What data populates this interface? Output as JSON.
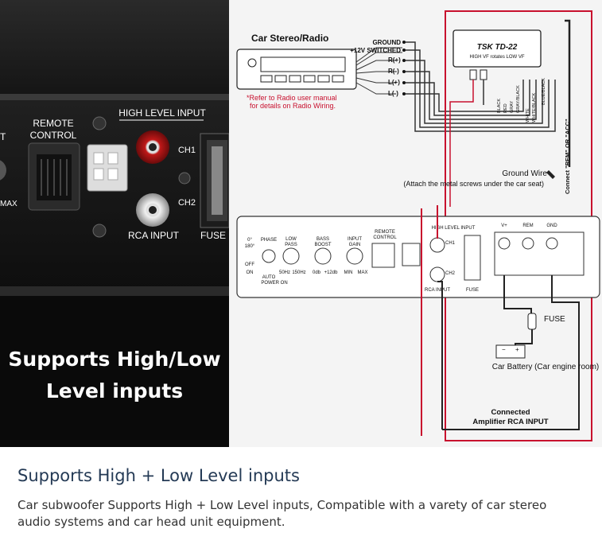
{
  "hero": {
    "overlay_line1": "Supports High/Low",
    "overlay_line2": "Level inputs"
  },
  "photo": {
    "remote_line1": "REMOTE",
    "remote_line2": "CONTROL",
    "high_level_input": "HIGH LEVEL INPUT",
    "ch1": "CH1",
    "ch2": "CH2",
    "rca_input": "RCA INPUT",
    "fuse": "FUSE",
    "max": "MAX",
    "t": "T"
  },
  "diagram": {
    "car_stereo": "Car Stereo/Radio",
    "note_line1": "*Refer to Radio user manual",
    "note_line2": "for details on Radio Wiring.",
    "ground": "GROUND",
    "switched": "+12V SWITCHED",
    "r_plus": "R(+)",
    "r_minus": "R(-)",
    "l_plus": "L(+)",
    "l_minus": "L(-)",
    "tsk_model": "TSK TD-22",
    "tsk_sub": "HIGH VF rotates LOW VF",
    "wire_black": "BLACK",
    "wire_red": "RED",
    "wire_gray": "GRAY",
    "wire_grayblack": "GRAY/BLACK",
    "wire_white": "WHITE",
    "wire_whiteblack": "WHITE/BLACK",
    "wire_blueblack": "BLUE/BLACK",
    "ground_wire": "Ground Wire",
    "ground_note": "(Attach the metal screws under the car seat)",
    "connect_rem": "Connect \"REM\" OR \"ACC\"",
    "panel": {
      "phase": "PHASE",
      "low_pass_1": "LOW",
      "low_pass_2": "PASS",
      "bass_1": "BASS",
      "bass_2": "BOOST",
      "gain_1": "INPUT",
      "gain_2": "GAIN",
      "remote_1": "REMOTE",
      "remote_2": "CONTROL",
      "high_level": "HIGH LEVEL INPUT",
      "ch1": "CH1",
      "ch2": "CH2",
      "rca_input": "RCA INPUT",
      "fuse": "FUSE",
      "vplus": "V+",
      "rem": "REM",
      "gnd": "GND",
      "deg0": "0°",
      "deg180": "180°",
      "off": "OFF",
      "on": "ON",
      "auto_1": "AUTO",
      "auto_2": "POWER ON",
      "hz50": "50Hz",
      "hz150": "150Hz",
      "db0": "0db",
      "db12": "+12db",
      "min": "MIN",
      "max": "MAX"
    },
    "fuse_label": "FUSE",
    "battery": "Car Battery (Car engine room)",
    "connected_1": "Connected",
    "connected_2": "Amplifier RCA INPUT"
  },
  "caption": {
    "title": "Supports High + Low Level inputs",
    "text": "Car subwoofer Supports High + Low Level inputs, Compatible with a varety of car stereo audio systems and car head unit equipment."
  }
}
